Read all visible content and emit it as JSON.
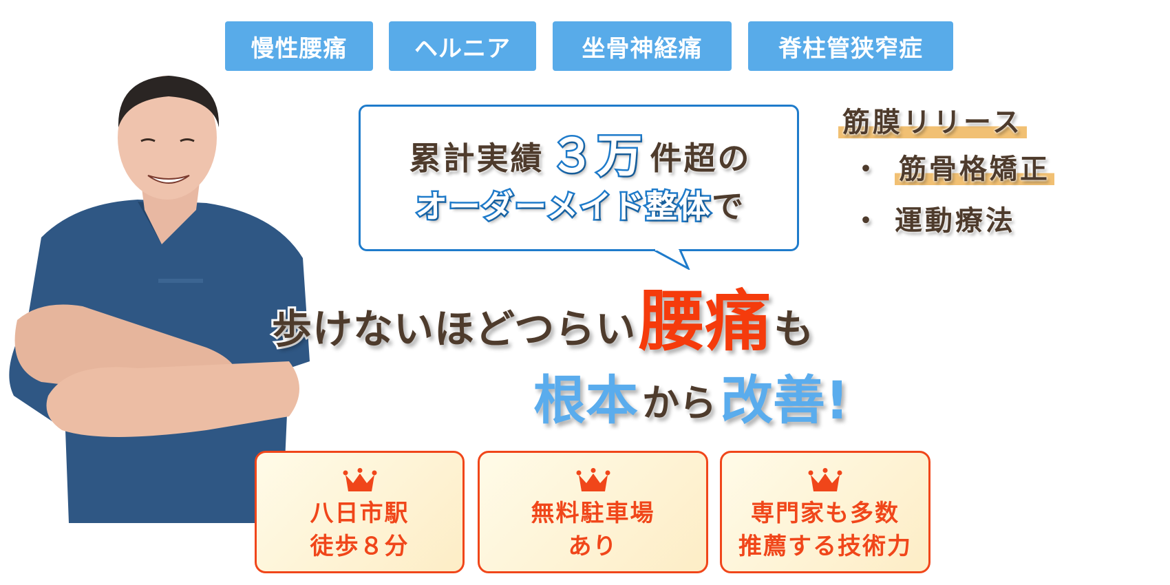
{
  "tags": [
    {
      "label": "慢性腰痛"
    },
    {
      "label": "ヘルニア"
    },
    {
      "label": "坐骨神経痛"
    },
    {
      "label": "脊柱管狭窄症"
    }
  ],
  "bubble": {
    "line1_prefix": "累計実績",
    "line1_number": "３万",
    "line1_suffix": "件超の",
    "line2_highlight": "オーダーメイド整体",
    "line2_suffix": "で"
  },
  "techniques": [
    {
      "bullet": "",
      "label": "筋膜リリース"
    },
    {
      "bullet": "・",
      "label": "筋骨格矯正"
    },
    {
      "bullet": "・",
      "label": "運動療法"
    }
  ],
  "headline": {
    "line1_prefix": "歩けないほどつらい",
    "line1_emphasis": "腰痛",
    "line1_suffix": "も",
    "line2_word1": "根本",
    "line2_middle": "から",
    "line2_word2": "改善",
    "line2_suffix": "!"
  },
  "features": [
    {
      "icon": "crown-icon",
      "line1": "八日市駅",
      "line2": "徒歩８分"
    },
    {
      "icon": "crown-icon",
      "line1": "無料駐車場",
      "line2": "あり"
    },
    {
      "icon": "crown-icon",
      "line1": "専門家も多数",
      "line2": "推薦する技術力"
    }
  ],
  "colors": {
    "tag_blue": "#58abe9",
    "bubble_blue": "#1e7bcb",
    "text_brown": "#4e3b2c",
    "accent_red": "#f53b0c",
    "headline_blue": "#5aaced",
    "highlight_gold": "#f1c073",
    "card_border": "#f0461a"
  }
}
